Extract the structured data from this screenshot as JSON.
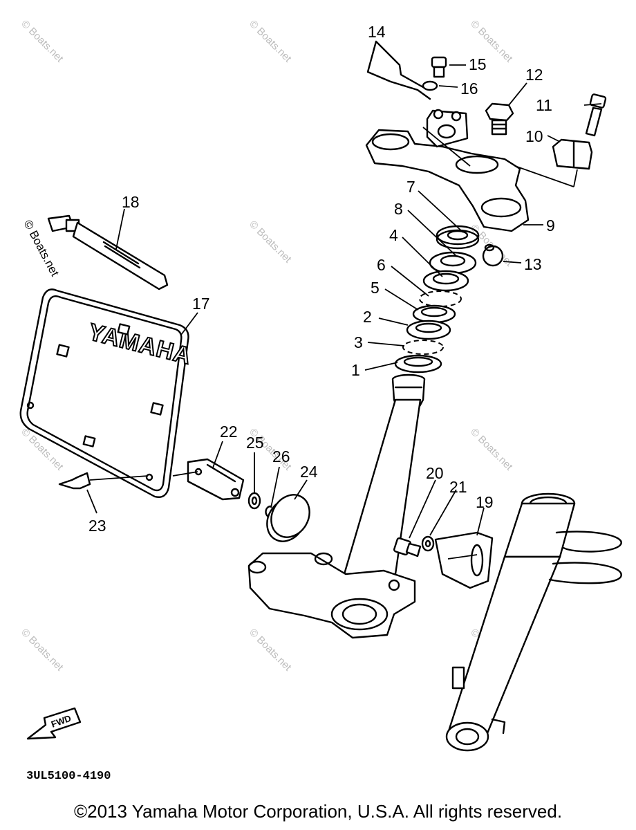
{
  "watermark": "© Boats.net",
  "diagram_code": "3UL5100-4190",
  "brand_text": "YAMAHA",
  "fwd_label": "FWD",
  "copyright": "©2013 Yamaha Motor Corporation, U.S.A. All rights reserved.",
  "part_numbers": {
    "p1": "1",
    "p2": "2",
    "p3": "3",
    "p4": "4",
    "p5": "5",
    "p6": "6",
    "p7": "7",
    "p8": "8",
    "p9": "9",
    "p10": "10",
    "p11": "11",
    "p12": "12",
    "p13": "13",
    "p14": "14",
    "p15": "15",
    "p16": "16",
    "p17": "17",
    "p18": "18",
    "p19": "19",
    "p20": "20",
    "p21": "21",
    "p22": "22",
    "p23": "23",
    "p24": "24",
    "p25": "25",
    "p26": "26"
  }
}
